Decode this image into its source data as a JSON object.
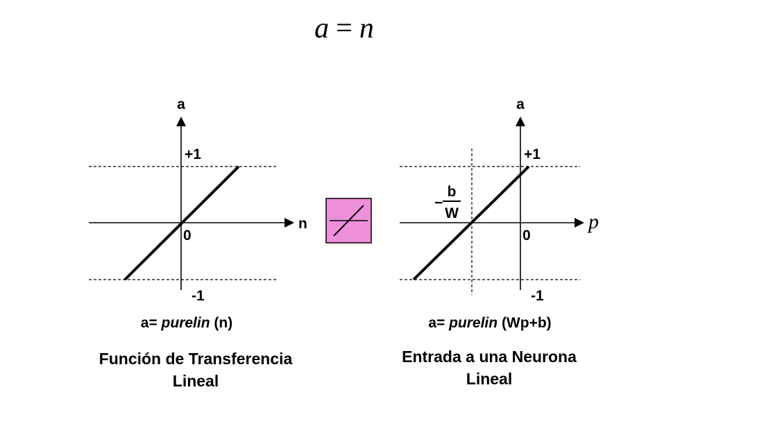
{
  "equation": {
    "lhs": "a",
    "op": "=",
    "rhs": "n"
  },
  "icon": {
    "name": "purelin-icon",
    "fill": "#EE8FDB",
    "stroke": "#000000"
  },
  "left_graph": {
    "y_axis_label": "a",
    "x_axis_label": "n",
    "upper_tick": "+1",
    "lower_tick": "-1",
    "origin": "0",
    "formula_prefix": "a= ",
    "formula_func": "purelin",
    "formula_arg": " (n)",
    "caption_line1": "Función de Transferencia",
    "caption_line2": "Lineal"
  },
  "right_graph": {
    "y_axis_label": "a",
    "x_axis_label": "p",
    "upper_tick": "+1",
    "lower_tick": "-1",
    "origin": "0",
    "intercept_sign": "−",
    "intercept_num": "b",
    "intercept_den": "W",
    "formula_prefix": "a= ",
    "formula_func": "purelin",
    "formula_arg": " (Wp+b)",
    "caption_line1": "Entrada a una Neurona",
    "caption_line2": "Lineal"
  }
}
